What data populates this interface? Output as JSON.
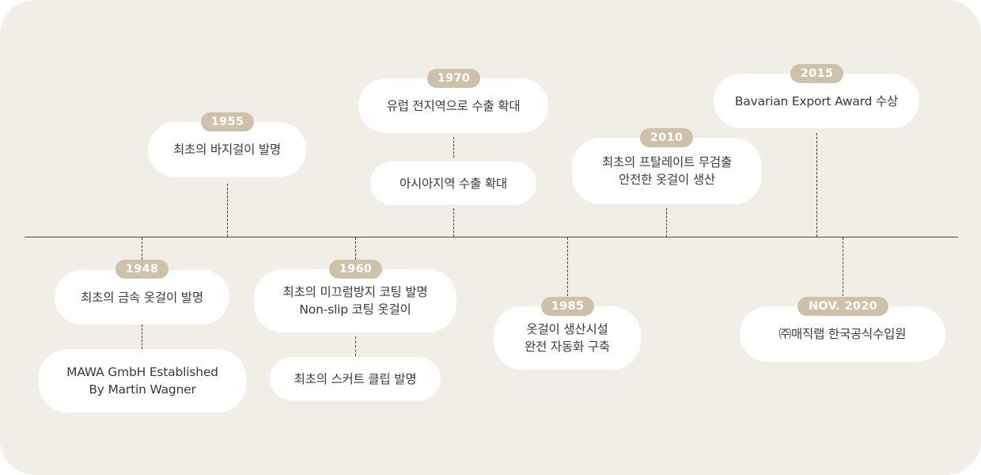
{
  "timeline": {
    "events": [
      {
        "id": "1948",
        "year": "1948",
        "items": [
          "최초의 금속 옷걸이 발명",
          "MAWA GmbH Established\nBy Martin Wagner"
        ]
      },
      {
        "id": "1955",
        "year": "1955",
        "items": [
          "최초의 바지걸이 발명"
        ]
      },
      {
        "id": "1960",
        "year": "1960",
        "items": [
          "최초의 미끄럼방지 코팅 발명\nNon-slip 코팅 옷걸이",
          "최초의 스커트 클립 발명"
        ]
      },
      {
        "id": "1970",
        "year": "1970",
        "items": [
          "유럽 전지역으로 수출 확대",
          "아시아지역 수출 확대"
        ]
      },
      {
        "id": "1985",
        "year": "1985",
        "items": [
          "옷걸이 생산시설\n완전 자동화 구축"
        ]
      },
      {
        "id": "2010",
        "year": "2010",
        "items": [
          "최초의 프탈레이트 무검출\n안전한 옷걸이 생산"
        ]
      },
      {
        "id": "2015",
        "year": "2015",
        "items": [
          "Bavarian Export Award 수상"
        ]
      },
      {
        "id": "nov2020",
        "year": "NOV. 2020",
        "items": [
          "㈜매직랩 한국공식수입원"
        ]
      }
    ]
  }
}
